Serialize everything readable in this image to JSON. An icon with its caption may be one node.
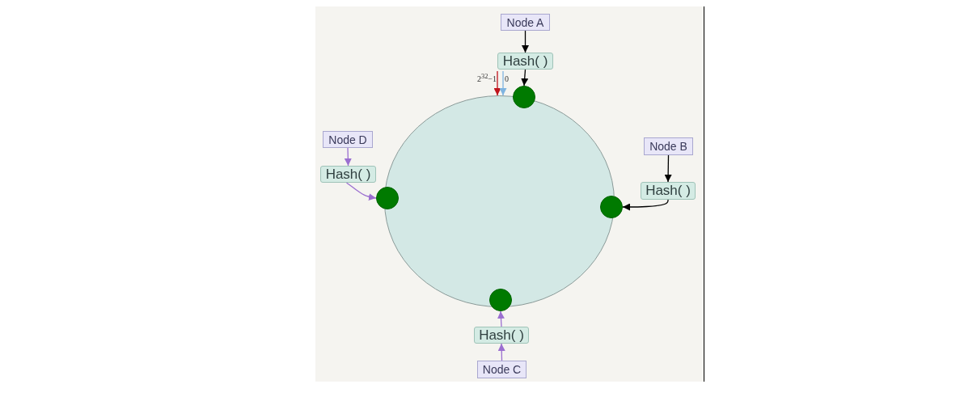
{
  "diagram": {
    "nodes": [
      {
        "text": [],
        "shape": "circle"
      },
      {
        "text": [
          "Node A"
        ]
      },
      {
        "text": [
          "Hash( )"
        ]
      },
      {
        "text": [
          "2$^{32}$−1"
        ]
      },
      {
        "text": [
          "0"
        ]
      },
      {
        "text": [],
        "shape": "circle"
      },
      {
        "text": [
          "Node D"
        ]
      },
      {
        "text": [
          "Hash( )"
        ]
      },
      {
        "text": [],
        "shape": "circle"
      },
      {
        "text": [
          "Node B"
        ]
      },
      {
        "text": [
          "Hash( )"
        ]
      },
      {
        "text": [],
        "shape": "circle"
      },
      {
        "text": [],
        "shape": "circle"
      },
      {
        "text": [
          "Hash( )"
        ]
      },
      {
        "text": [
          "Node C"
        ]
      }
    ],
    "edges": [
      {
        "from": 1,
        "to": 2,
        "arrow": "to"
      },
      {
        "from": 2,
        "to": 5,
        "arrow": "to"
      },
      {
        "from": 6,
        "to": 7,
        "arrow": "to",
        "color": "#9b6fd0"
      },
      {
        "from": 7,
        "to": 8,
        "arrow": "to",
        "color": "#9b6fd0"
      },
      {
        "from": 9,
        "to": 10,
        "arrow": "to"
      },
      {
        "from": 10,
        "to": 11,
        "arrow": "to"
      },
      {
        "from": 14,
        "to": 13,
        "arrow": "to",
        "color": "#9b6fd0"
      },
      {
        "from": 13,
        "to": 12,
        "arrow": "to",
        "color": "#9b6fd0"
      },
      {
        "from": 3,
        "to": 0,
        "arrow": "to",
        "color": "#c0141c"
      },
      {
        "from": 4,
        "to": 0,
        "arrow": "to",
        "color": "#7fb4e0"
      }
    ]
  }
}
